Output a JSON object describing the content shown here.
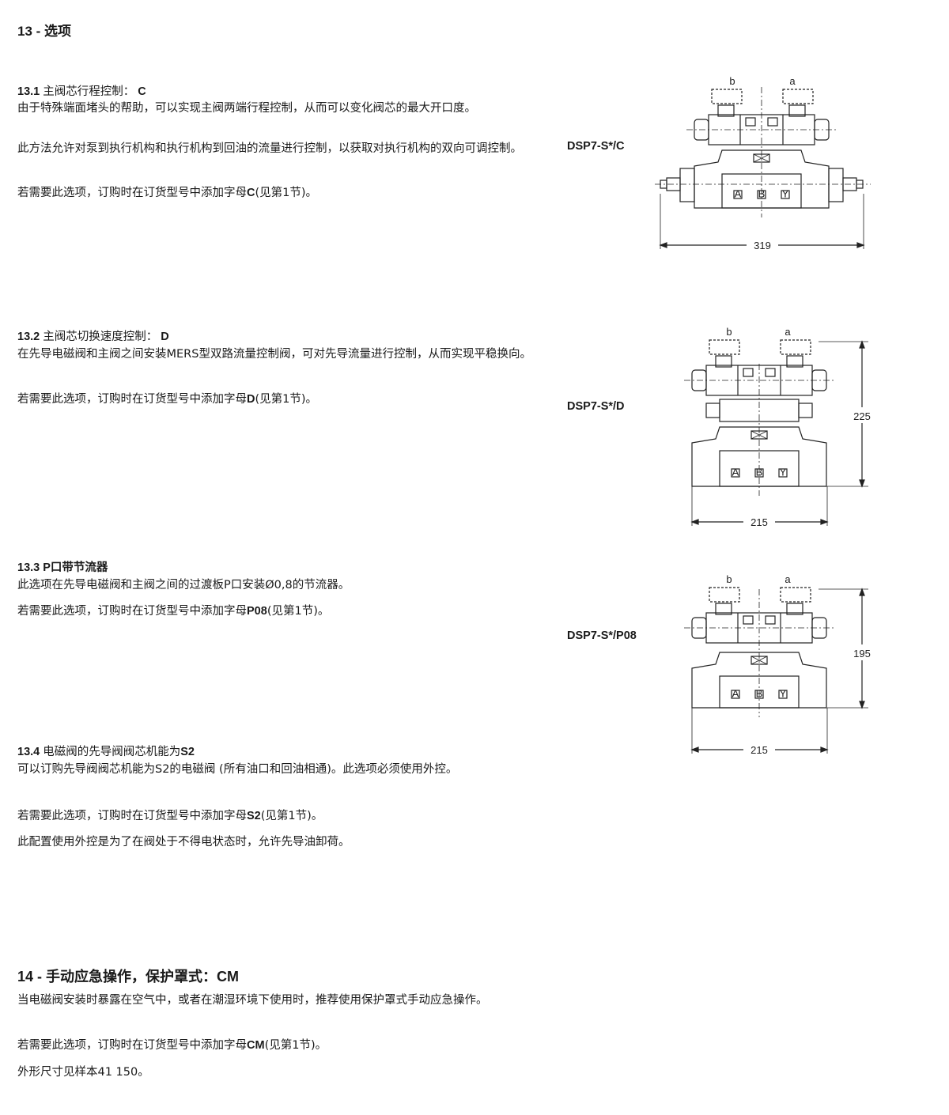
{
  "section13": {
    "title": "13 - 选项",
    "s1": {
      "num": "13.1",
      "heading": "主阀芯行程控制：",
      "code": "C",
      "para1": "由于特殊端面堵头的帮助，可以实现主阀两端行程控制，从而可以变化阀芯的最大开口度。",
      "para2": "此方法允许对泵到执行机构和执行机构到回油的流量进行控制，以获取对执行机构的双向可调控制。",
      "order_prefix": "若需要此选项，订购时在订货型号中添加字母",
      "order_code": "C",
      "order_suffix": "(见第1节)。",
      "model": "DSP7-S*/C",
      "dim_width": "319",
      "sol_b": "b",
      "sol_a": "a"
    },
    "s2": {
      "num": "13.2",
      "heading": "主阀芯切换速度控制：",
      "code": "D",
      "para1": "在先导电磁阀和主阀之间安装MERS型双路流量控制阀，可对先导流量进行控制，从而实现平稳换向。",
      "order_prefix": "若需要此选项，订购时在订货型号中添加字母",
      "order_code": "D",
      "order_suffix": "(见第1节)。",
      "model": "DSP7-S*/D",
      "dim_height": "225",
      "dim_width": "215",
      "sol_b": "b",
      "sol_a": "a"
    },
    "s3": {
      "num": "13.3",
      "heading": "P口带节流器",
      "para1": "此选项在先导电磁阀和主阀之间的过渡板P口安装Ø0,8的节流器。",
      "order_prefix": "若需要此选项，订购时在订货型号中添加字母",
      "order_code": "P08",
      "order_suffix": "(见第1节)。",
      "model": "DSP7-S*/P08",
      "dim_height": "195",
      "dim_width": "215",
      "sol_b": "b",
      "sol_a": "a"
    },
    "s4": {
      "num": "13.4",
      "heading_prefix": "电磁阀的先导阀阀芯机能为",
      "heading_code": "S2",
      "para1": "可以订购先导阀阀芯机能为S2的电磁阀 (所有油口和回油相通)。此选项必须使用外控。",
      "order_prefix": "若需要此选项，订购时在订货型号中添加字母",
      "order_code": "S2",
      "order_suffix": "(见第1节)。",
      "para3": "此配置使用外控是为了在阀处于不得电状态时，允许先导油卸荷。"
    }
  },
  "section14": {
    "title": "14 - 手动应急操作，保护罩式：CM",
    "para1": "当电磁阀安装时暴露在空气中，或者在潮湿环境下使用时，推荐使用保护罩式手动应急操作。",
    "order_prefix": "若需要此选项，订购时在订货型号中添加字母",
    "order_code": "CM",
    "order_suffix": "(见第1节)。",
    "para3": "外形尺寸见样本41 150。"
  },
  "ports": [
    "A",
    "B",
    "Y"
  ]
}
